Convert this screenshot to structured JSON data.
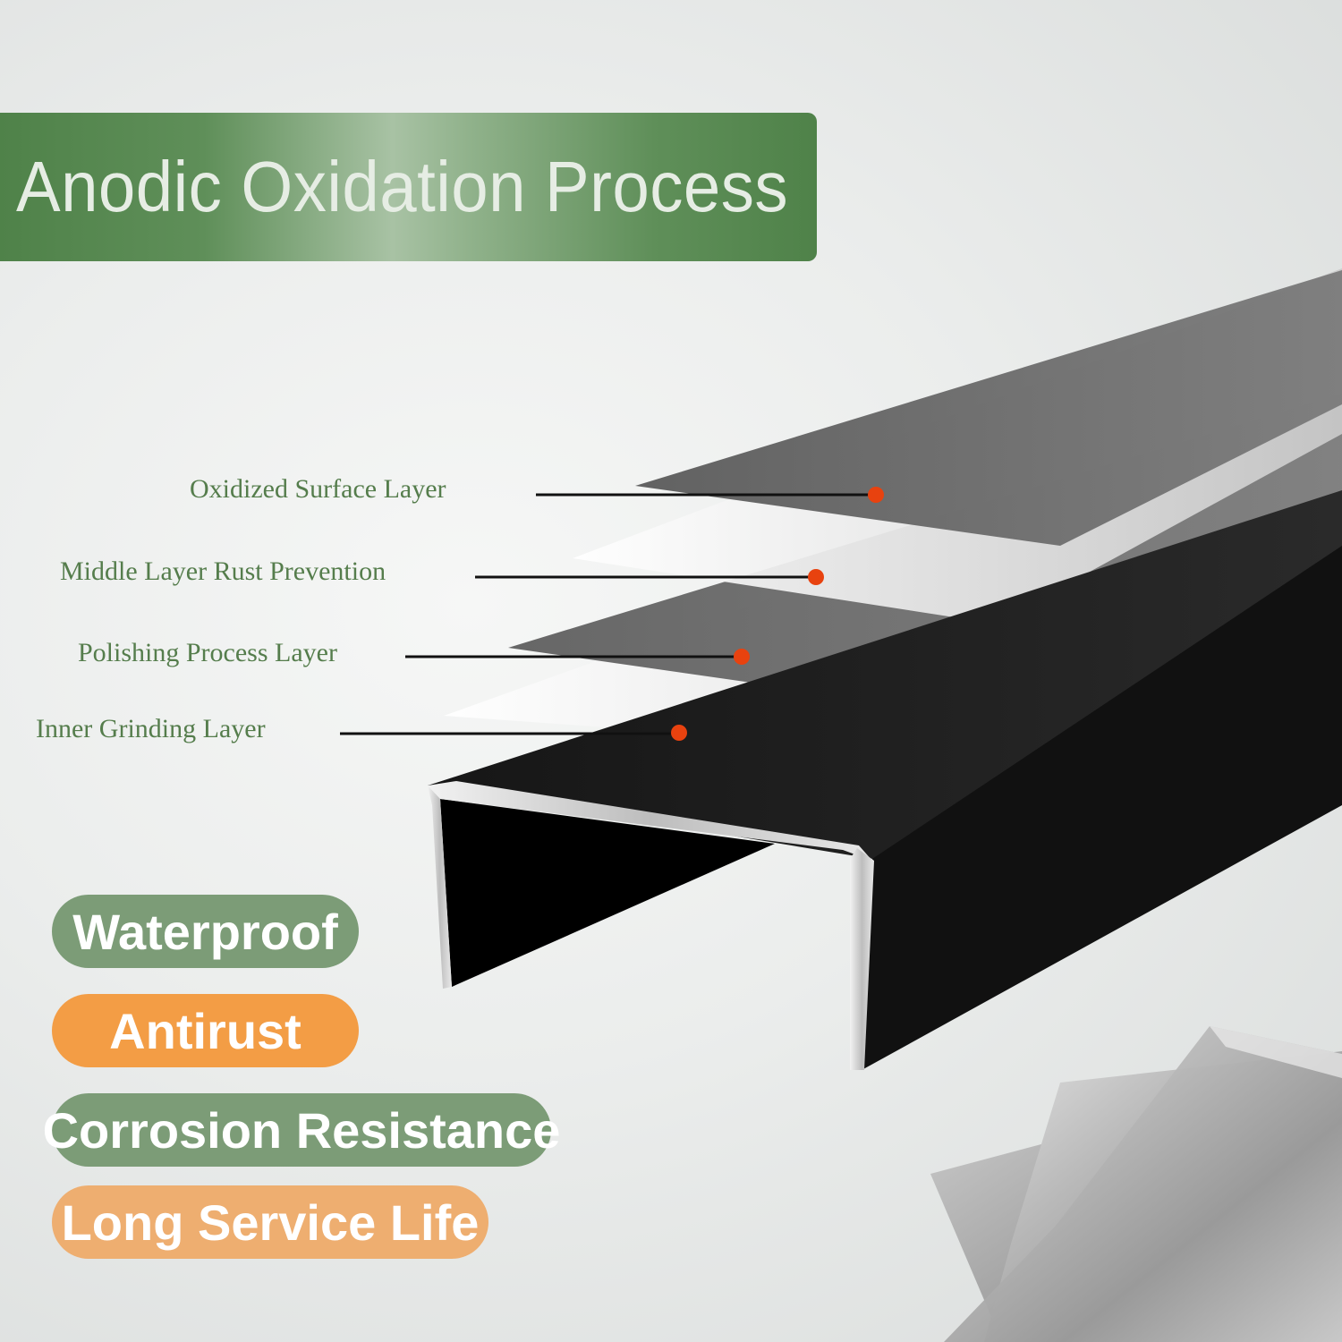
{
  "title": "Anodic Oxidation Process",
  "layers": [
    {
      "label": "Oxidized Surface Layer"
    },
    {
      "label": "Middle Layer Rust Prevention"
    },
    {
      "label": "Polishing Process Layer"
    },
    {
      "label": "Inner Grinding Layer"
    }
  ],
  "features": [
    {
      "label": "Waterproof",
      "color": "#7c9c77"
    },
    {
      "label": "Antirust",
      "color": "#f39d45"
    },
    {
      "label": "Corrosion Resistance",
      "color": "#7c9c77"
    },
    {
      "label": "Long Service Life",
      "color": "#eeae70"
    }
  ],
  "colors": {
    "banner_green": "#4f8249",
    "label_green": "#557d4c",
    "pointer_dot": "#e8420f",
    "profile_black": "#0d0d0d"
  }
}
